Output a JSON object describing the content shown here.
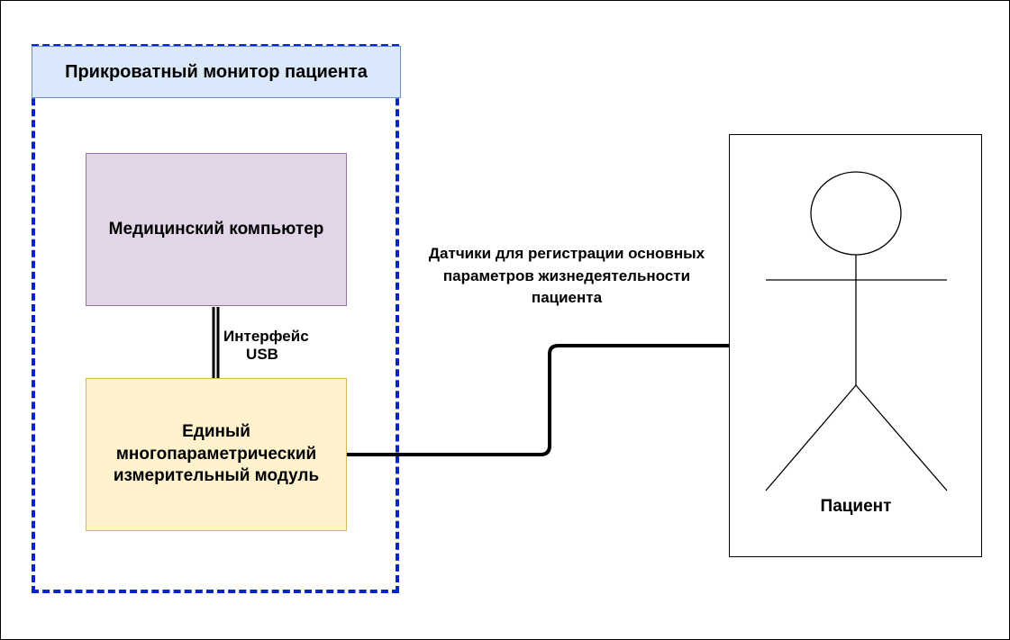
{
  "diagram": {
    "monitor_title": "Прикроватный монитор пациента",
    "computer_label": "Медицинский компьютер",
    "module_label": "Единый многопараметрический измерительный модуль",
    "interface_label": "Интерфейс USB",
    "sensors_label": "Датчики для регистрации основных параметров жизнедеятельности пациента",
    "patient_label": "Пациент"
  },
  "colors": {
    "group_border": "#0a23c8",
    "title_fill": "#dae8fc",
    "computer_fill": "#e1d5e7",
    "module_fill": "#fff2cc"
  }
}
